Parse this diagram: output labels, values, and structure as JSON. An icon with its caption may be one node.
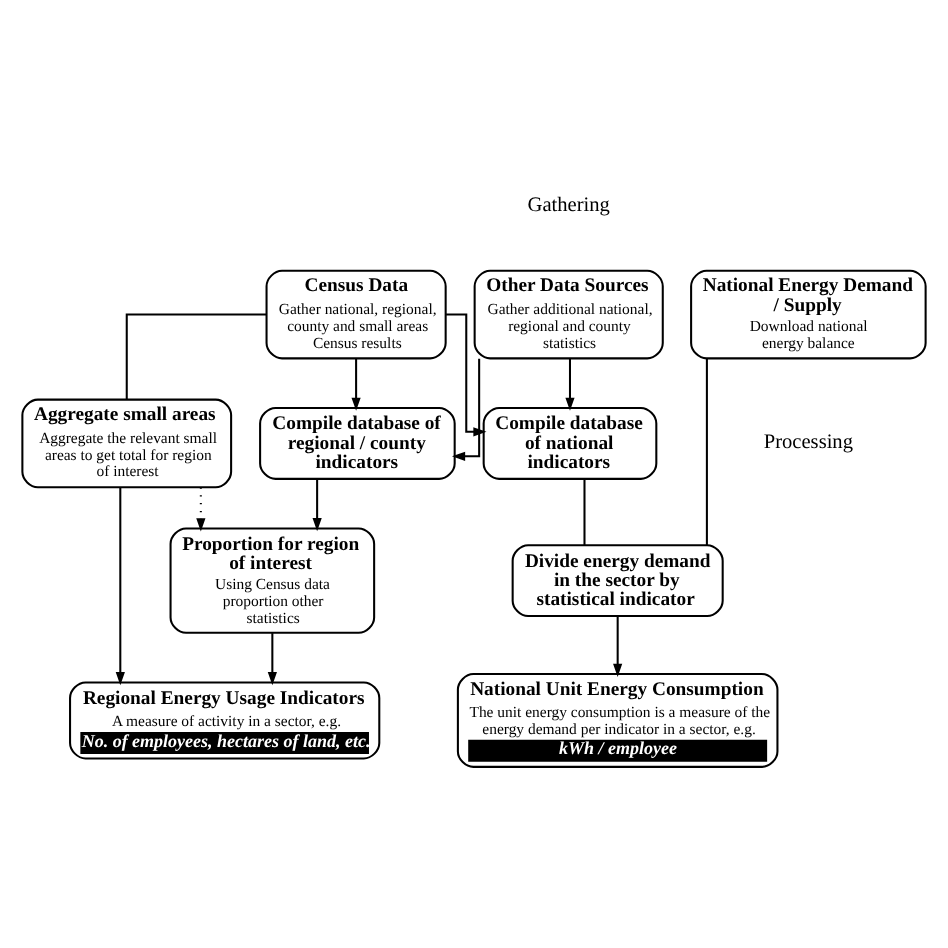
{
  "diagram": {
    "nodes": [
      {
        "text": [
          "Census Data",
          "Gather national, regional, county and small areas Census results"
        ]
      },
      {
        "text": [
          "Other Data Sources",
          "Gather additional national, regional and county statistics"
        ]
      },
      {
        "text": [
          "National Energy Demand / Supply",
          "Download national energy balance"
        ]
      },
      {
        "text": [
          "Aggregate small areas",
          "Aggregate the relevant small areas to get total for region of interest"
        ]
      },
      {
        "text": [
          "Compile database of regional / county indicators"
        ]
      },
      {
        "text": [
          "Compile database of national indicators"
        ]
      },
      {
        "text": [
          "Proportion for region of interest",
          "Using Census data proportion other statistics"
        ]
      },
      {
        "text": [
          "Divide energy demand in the sector by statistical indicator"
        ]
      },
      {
        "text": [
          "Regional Energy Usage Indicators",
          "A measure of activity in a sector, e.g.",
          "No. of employees, hectares of land, etc."
        ]
      },
      {
        "text": [
          "National Unit Energy Consumption",
          "The unit energy consumption is a measure of the energy demand per indicator in a sector, e.g.",
          "kWh / employee"
        ]
      }
    ],
    "edges": [
      {
        "from": 0,
        "to": 3,
        "arrow": "none"
      },
      {
        "from": 0,
        "to": 4,
        "arrow": "to"
      },
      {
        "from": 0,
        "to": 5,
        "arrow": "to"
      },
      {
        "from": 1,
        "to": 4,
        "arrow": "to"
      },
      {
        "from": 1,
        "to": 5,
        "arrow": "to"
      },
      {
        "from": 4,
        "to": 6,
        "arrow": "to"
      },
      {
        "from": 3,
        "to": 6,
        "arrow": "to",
        "style": "dashed"
      },
      {
        "from": 3,
        "to": 8,
        "arrow": "to"
      },
      {
        "from": 6,
        "to": 8,
        "arrow": "to"
      },
      {
        "from": 5,
        "to": 7,
        "arrow": "none"
      },
      {
        "from": 2,
        "to": 7,
        "arrow": "none"
      },
      {
        "from": 7,
        "to": 9,
        "arrow": "to"
      }
    ],
    "labels": [
      "Gathering",
      "Processing"
    ]
  }
}
